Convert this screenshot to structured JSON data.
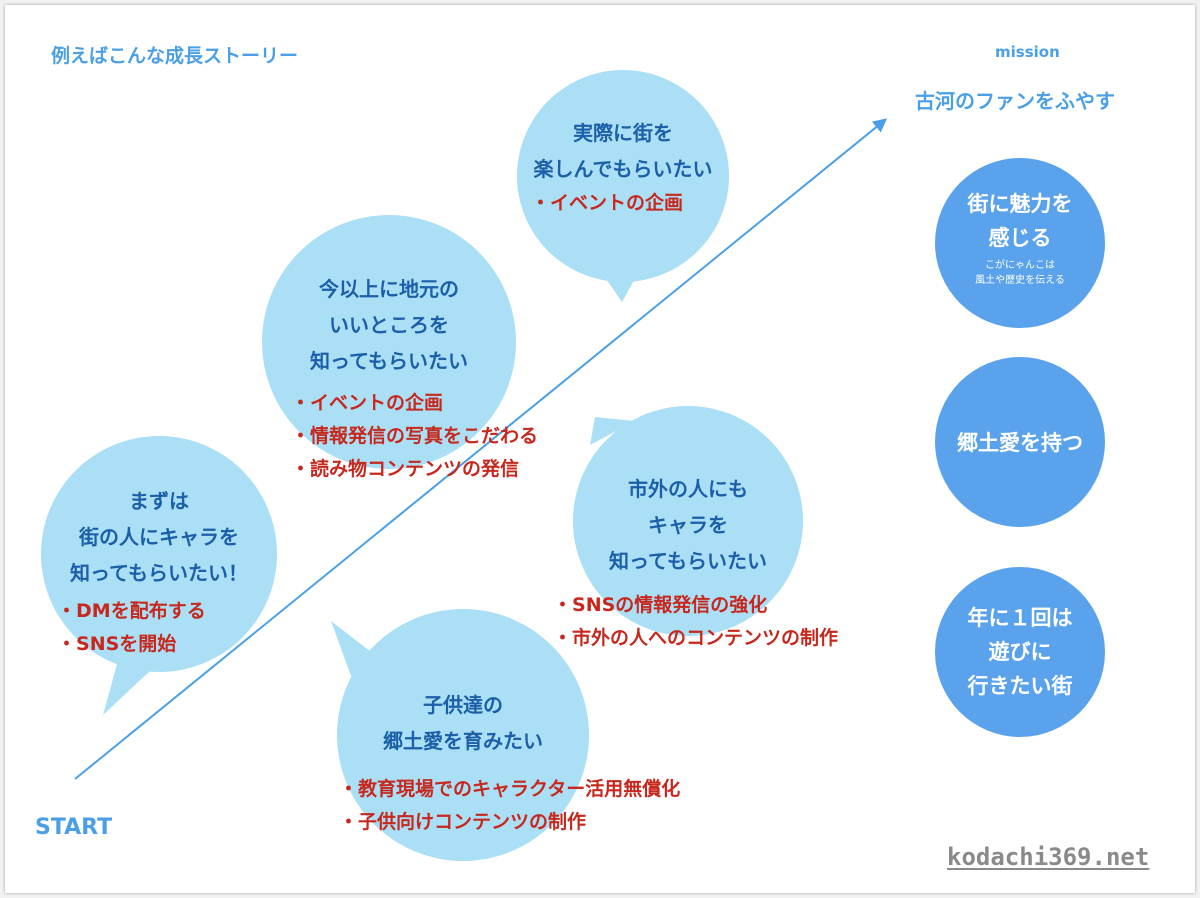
{
  "slide_title": "例えばこんな成長ストーリー",
  "mission": {
    "label": "mission",
    "title": "古河のファンをふやす",
    "circles": [
      {
        "lines": [
          "街に魅力を",
          "感じる"
        ],
        "sub_lines": [
          "こがにゃんこは",
          "風土や歴史を伝える"
        ]
      },
      {
        "lines": [
          "郷土愛を持つ"
        ]
      },
      {
        "lines": [
          "年に１回は",
          "遊びに",
          "行きたい街"
        ]
      }
    ]
  },
  "start_label": "START",
  "watermark": "kodachi369.net",
  "bubbles": [
    {
      "id": "first-step",
      "lines": [
        "まずは",
        "街の人にキャラを",
        "知ってもらいたい！"
      ],
      "bullets": [
        "DMを配布する",
        "SNSを開始"
      ]
    },
    {
      "id": "local-appeal",
      "lines": [
        "今以上に地元の",
        "いいところを",
        "知ってもらいたい"
      ],
      "bullets": [
        "イベントの企画",
        "情報発信の写真をこだわる",
        "読み物コンテンツの発信"
      ]
    },
    {
      "id": "enjoy-town",
      "lines": [
        "実際に街を",
        "楽しんでもらいたい"
      ],
      "bullets": [
        "イベントの企画"
      ]
    },
    {
      "id": "outside-city",
      "lines": [
        "市外の人にも",
        "キャラを",
        "知ってもらいたい"
      ],
      "bullets": [
        "SNSの情報発信の強化",
        "市外の人へのコンテンツの制作"
      ]
    },
    {
      "id": "children",
      "lines": [
        "子供達の",
        "郷土愛を育みたい"
      ],
      "bullets": [
        "教育現場でのキャラクター活用無償化",
        "子供向けコンテンツの制作"
      ]
    }
  ],
  "colors": {
    "bubble": "#abdff6",
    "mission_circle": "#5aa3ec",
    "arrow": "#4b9fe6",
    "bubble_text": "#1b5fa8",
    "bullet_text": "#c7281e"
  }
}
